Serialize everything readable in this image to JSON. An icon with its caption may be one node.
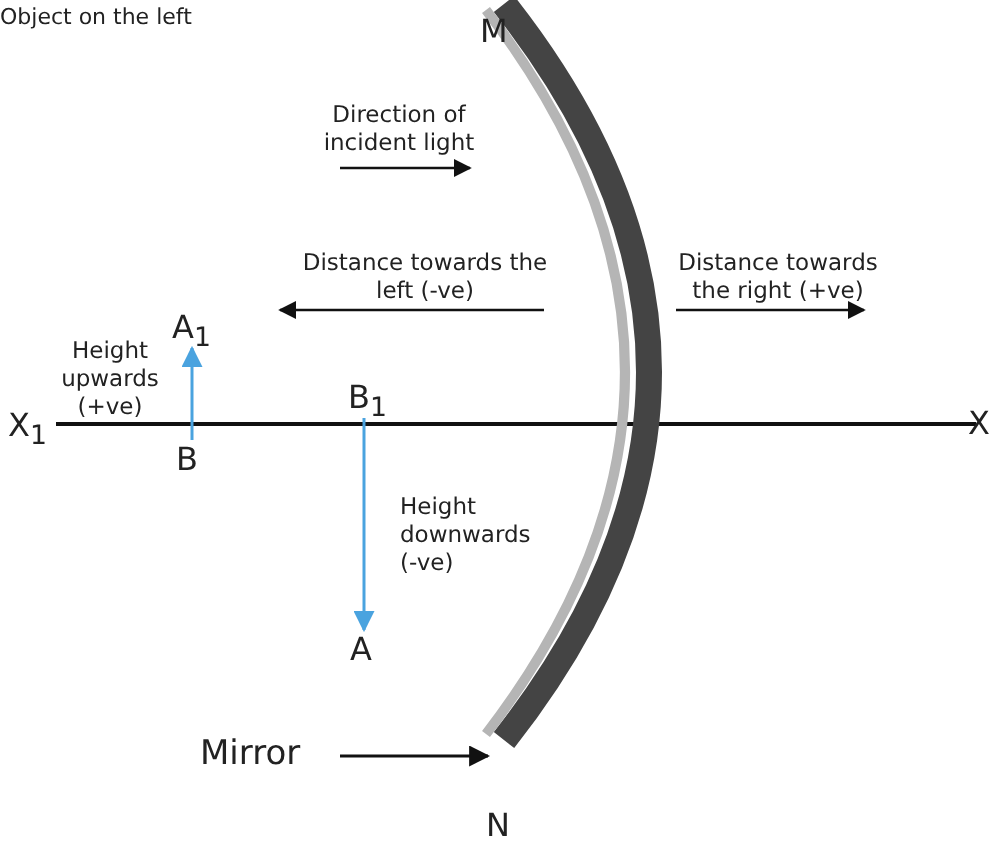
{
  "diagram": {
    "nodes": [
      {
        "text": [
          "Mirror"
        ]
      },
      {
        "text": [],
        "shape": "picture"
      },
      {
        "text": [
          "A$_{1}$"
        ]
      },
      {
        "text": [
          "B$_{1}$"
        ]
      },
      {
        "text": [
          "B"
        ]
      },
      {
        "text": [
          "A"
        ]
      }
    ],
    "edges": [
      {
        "from": 0,
        "to": 1,
        "arrow": "to",
        "color": "#111111"
      },
      {
        "from": 4,
        "to": 2,
        "arrow": "to",
        "color": "#4aa3df"
      },
      {
        "from": 3,
        "to": 5,
        "arrow": "to",
        "color": "#4aa3df"
      }
    ],
    "labels": [
      "Object on the left",
      "M",
      "Direction of incident light",
      "Distance towards the left (-ve)",
      "Distance towards the right (+ve)",
      "Height upwards (+ve)",
      "X$_{1}$",
      "X",
      "Height downwards (-ve)",
      "N"
    ]
  }
}
